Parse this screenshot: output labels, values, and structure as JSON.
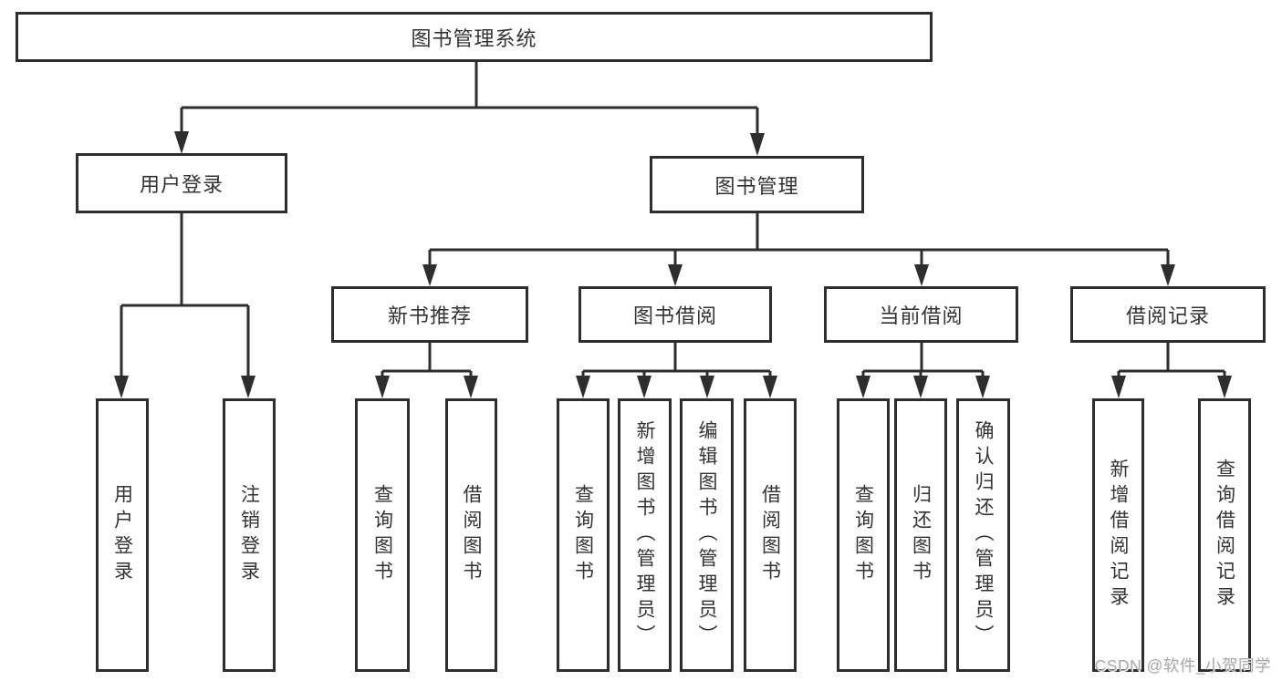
{
  "diagram": {
    "root": "图书管理系统",
    "login": {
      "label": "用户登录",
      "children": [
        "用户登录",
        "注销登录"
      ]
    },
    "management": {
      "label": "图书管理",
      "sections": {
        "new_books": {
          "label": "新书推荐",
          "children": [
            "查询图书",
            "借阅图书"
          ]
        },
        "borrowing": {
          "label": "图书借阅",
          "children": [
            "查询图书",
            "新增图书（管理员）",
            "编辑图书（管理员）",
            "借阅图书"
          ]
        },
        "current": {
          "label": "当前借阅",
          "children": [
            "查询图书",
            "归还图书",
            "确认归还（管理员）"
          ]
        },
        "records": {
          "label": "借阅记录",
          "children": [
            "新增借阅记录",
            "查询借阅记录"
          ]
        }
      }
    }
  },
  "watermark": "CSDN @软件_小贺同学",
  "colors": {
    "line": "#2e2e2e",
    "text": "#333333",
    "watermark": "#ababab",
    "background": "#ffffff"
  }
}
